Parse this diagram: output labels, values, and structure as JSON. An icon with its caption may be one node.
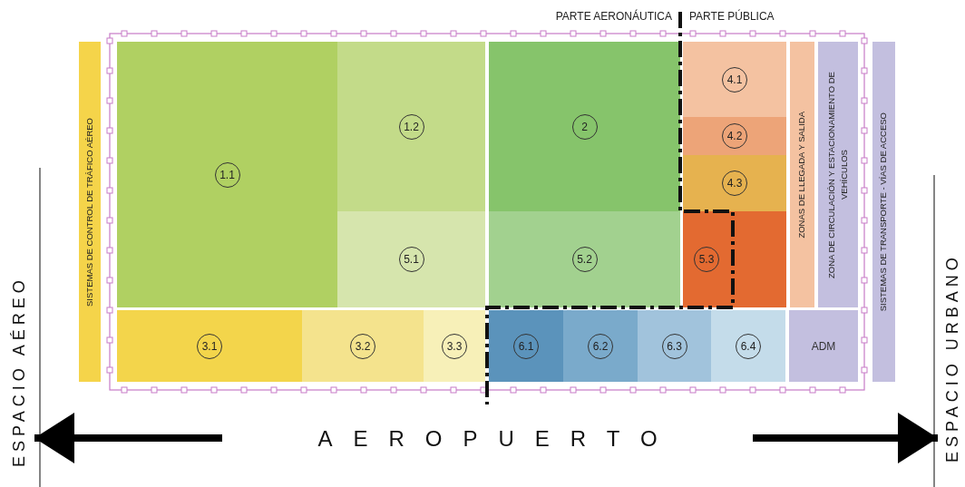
{
  "diagram": {
    "nodes": [
      {
        "text": [
          "SISTEMAS DE CONTROL DE TRÁFICO AÉREO"
        ]
      },
      {
        "text": [
          "1.1"
        ]
      },
      {
        "text": [
          "1.2"
        ]
      },
      {
        "text": [
          "2"
        ]
      },
      {
        "text": [
          "4.1"
        ]
      },
      {
        "text": [
          "4.2"
        ]
      },
      {
        "text": [
          "4.3"
        ]
      },
      {
        "text": [
          "ZONAS DE LLEGADA Y SALIDA"
        ]
      },
      {
        "text": [
          "ZONA DE CIRCULACIÓN Y ESTACIONAMIENTO DE VEHÍCULOS"
        ]
      },
      {
        "text": [
          "SISTEMAS DE TRANSPORTE - VÍAS DE ACCESO"
        ]
      },
      {
        "text": [
          "5.1"
        ]
      },
      {
        "text": [
          "5.2"
        ]
      },
      {
        "text": [
          "5.3"
        ]
      },
      {
        "text": [
          "3.1"
        ]
      },
      {
        "text": [
          "3.2"
        ]
      },
      {
        "text": [
          "3.3"
        ]
      },
      {
        "text": [
          "6.1"
        ]
      },
      {
        "text": [
          "6.2"
        ]
      },
      {
        "text": [
          "6.3"
        ]
      },
      {
        "text": [
          "6.4"
        ]
      },
      {
        "text": [
          "ADM"
        ]
      },
      {
        "text": [
          "ESPACIO AÉREO"
        ]
      },
      {
        "text": [
          "ESPACIO URBANO"
        ]
      }
    ],
    "edges": [
      {
        "from": null,
        "to": 21,
        "arrow": "to"
      },
      {
        "from": null,
        "to": 22,
        "arrow": "to"
      }
    ],
    "labels": [
      "PARTE AERONÁUTICA",
      "PARTE PÚBLICA",
      "AEROPUERTO"
    ]
  }
}
